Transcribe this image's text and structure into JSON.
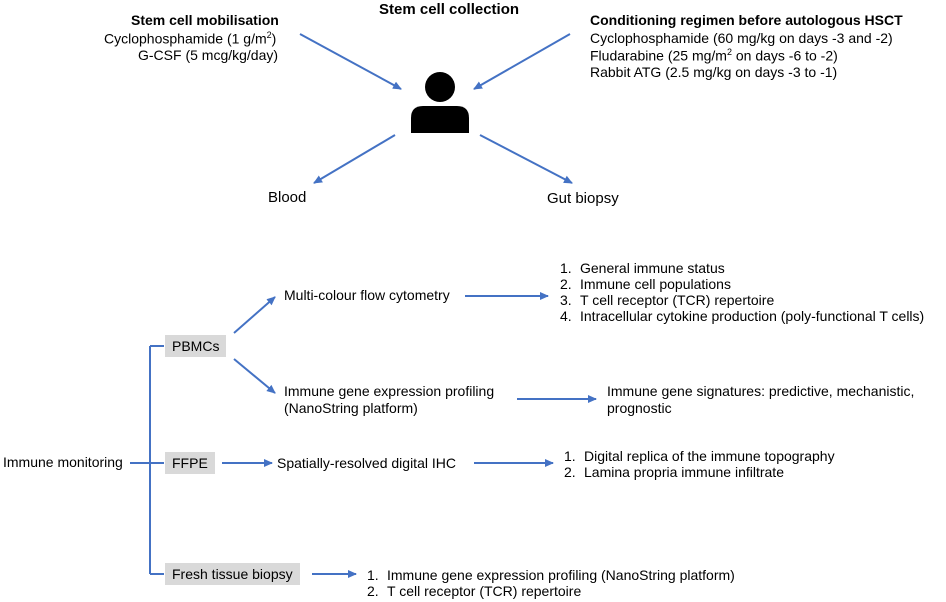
{
  "top": {
    "title": "Stem cell collection",
    "mobilisation": {
      "heading": "Stem cell mobilisation",
      "line1_pre": "Cyclophosphamide (1 g/m",
      "line1_sup": "2",
      "line1_post": ")",
      "line2": "G-CSF (5 mcg/kg/day)"
    },
    "conditioning": {
      "heading": "Conditioning regimen before autologous HSCT",
      "line1": "Cyclophosphamide (60 mg/kg on days -3 and -2)",
      "line2_pre": "Fludarabine (25 mg/m",
      "line2_sup": "2",
      "line2_post": " on days -6 to -2)",
      "line3": "Rabbit ATG (2.5 mg/kg on days -3 to -1)"
    },
    "blood_label": "Blood",
    "gut_label": "Gut biopsy"
  },
  "bottom": {
    "root_label": "Immune monitoring",
    "pbmcs": {
      "label": "PBMCs",
      "flow": {
        "label": "Multi-colour flow cytometry",
        "items": [
          {
            "num": "1.",
            "text": "General immune status"
          },
          {
            "num": "2.",
            "text": "Immune  cell populations"
          },
          {
            "num": "3.",
            "text": "T cell receptor (TCR) repertoire"
          },
          {
            "num": "4.",
            "text": "Intracellular  cytokine production (poly-functional T cells)"
          }
        ]
      },
      "gene": {
        "label_line1": "Immune  gene expression profiling",
        "label_line2": "(NanoString platform)",
        "result_line1": "Immune gene signatures: predictive, mechanistic,",
        "result_line2": "prognostic"
      }
    },
    "ffpe": {
      "label": "FFPE",
      "method": "Spatially-resolved digital IHC",
      "items": [
        {
          "num": "1.",
          "text": "Digital replica of the immune topography"
        },
        {
          "num": "2.",
          "text": "Lamina propria immune infiltrate"
        }
      ]
    },
    "fresh": {
      "label": "Fresh tissue biopsy",
      "items": [
        {
          "num": "1.",
          "text": "Immune  gene expression profiling (NanoString platform)"
        },
        {
          "num": "2.",
          "text": "T cell receptor (TCR) repertoire"
        }
      ]
    }
  },
  "colors": {
    "arrow": "#4472c4",
    "tree": "#4472c4",
    "label_box": "#d9d9d9",
    "person": "#000000"
  }
}
